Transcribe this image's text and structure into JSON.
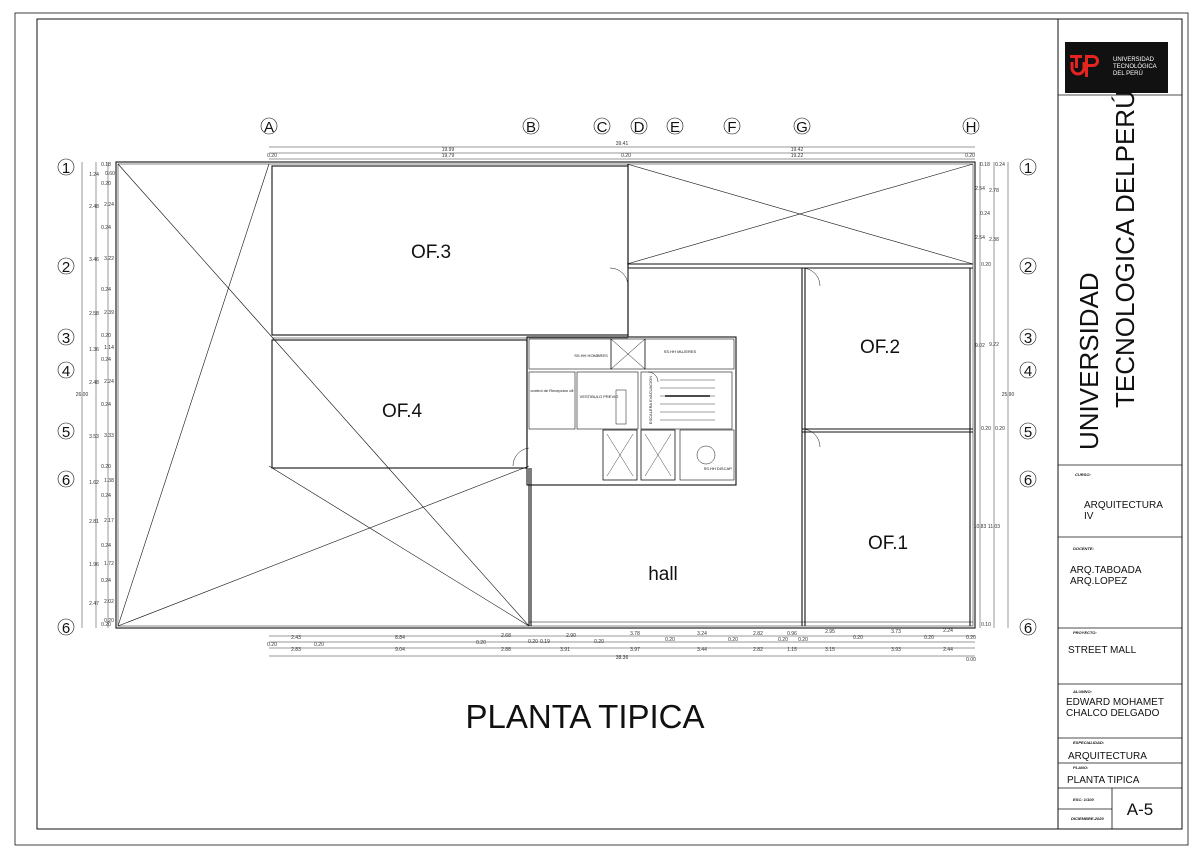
{
  "plan": {
    "title": "PLANTA TIPICA",
    "columns": [
      "A",
      "B",
      "C",
      "D",
      "E",
      "F",
      "G",
      "H"
    ],
    "rows_left": [
      "1",
      "2",
      "3",
      "4",
      "5",
      "6",
      "6"
    ],
    "rows_right": [
      "1",
      "2",
      "3",
      "4",
      "5",
      "6",
      "6"
    ],
    "rooms": {
      "of3": "OF.3",
      "of4": "OF.4",
      "of2": "OF.2",
      "of1": "OF.1",
      "hall": "hall",
      "ss_hombres": "SS.HH HOMBRES",
      "ss_mujeres": "SS.HH MUJERES",
      "control": "control de Recepcion ofi",
      "vestibulo": "VESTIBULO PREVIO",
      "escalera": "ESCALERA EVACUACION",
      "ss_discap": "SS.HH DISCAP."
    },
    "dims_top": [
      "39.41",
      "19.99",
      "19.42",
      "0.20",
      "19.79",
      "0.20",
      "19.22",
      "0.20"
    ],
    "dims_bottom_1": [
      "2.43",
      "8.84",
      "2.68",
      "2.90",
      "3.78",
      "3.24",
      "2.82",
      "0.96",
      "2.95",
      "3.73",
      "2.24"
    ],
    "dims_bottom_2": [
      "0.20",
      "0.20",
      "0.20",
      "0.20",
      "0.19",
      "0.20",
      "0.20",
      "0.20",
      "0.20",
      "0.20",
      "0.20",
      "0.20",
      "0.20"
    ],
    "dims_bottom_3": [
      "2.83",
      "9.04",
      "2.88",
      "3.91",
      "3.97",
      "3.44",
      "2.82",
      "1.15",
      "3.15",
      "3.93",
      "2.44"
    ],
    "dims_bottom_total": "38.36",
    "dims_bottom_end": "0.00",
    "dims_left_1": [
      "0.18",
      "1.24",
      "2.48",
      "3.46",
      "2.58",
      "1.36",
      "2.48",
      "3.53",
      "1.62",
      "2.81",
      "1.96",
      "2.47",
      "0.20"
    ],
    "dims_left_2": [
      "0.60",
      "0.20",
      "2.24",
      "0.24",
      "3.22",
      "0.24",
      "2.39",
      "0.20",
      "1.14",
      "0.24",
      "2.24",
      "0.24",
      "3.33",
      "0.20",
      "1.38",
      "0.24",
      "2.17",
      "0.24",
      "1.72",
      "0.24",
      "2.02",
      "0.20"
    ],
    "dims_left_total": "26.00",
    "dims_right_1": [
      "0.18",
      "2.54",
      "0.24",
      "2.54",
      "0.20",
      "9.02",
      "0.20",
      "10.83",
      "0.10"
    ],
    "dims_right_2": [
      "0.24",
      "2.78",
      "2.38",
      "9.22",
      "0.20",
      "11.03"
    ],
    "dims_right_total": "25.90"
  },
  "title_block": {
    "university_logo_text": [
      "UNIVERSIDAD",
      "TECNOLÓGICA",
      "DEL PERÚ"
    ],
    "university_name_line1": "UNIVERSIDAD",
    "university_name_line2": "TECNOLOGICA DELPERÚ",
    "curso_label": "CURSO:",
    "curso_line1": "ARQUITECTURA",
    "curso_line2": "IV",
    "docente_label": "DOCENTE:",
    "docente_line1": "ARQ.TABOADA",
    "docente_line2": "ARQ.LOPEZ",
    "proyecto_label": "PROYECTO:",
    "proyecto": "STREET MALL",
    "alumno_label": "ALUMNO:",
    "alumno_line1": "EDWARD  MOHAMET",
    "alumno_line2": "CHALCO DELGADO",
    "especialidad_label": "ESPECIALIDAD:",
    "especialidad": "ARQUITECTURA",
    "plano_label": "PLANO:",
    "plano": "PLANTA TIPICA",
    "escala": "ESC:  1/100",
    "fecha": "DICIEMBRE-2020",
    "lamina": "A-5"
  },
  "colors": {
    "ink": "#111111",
    "logo_bg": "#111111",
    "logo_red": "#e52420"
  }
}
